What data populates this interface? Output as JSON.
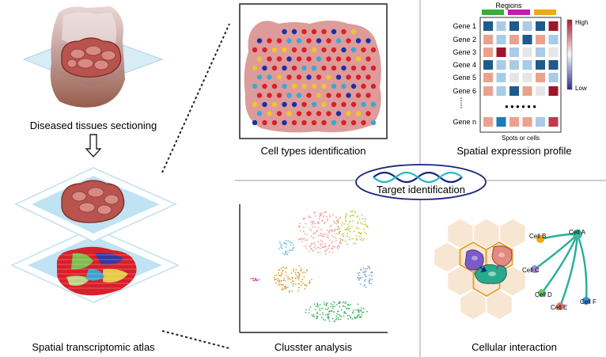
{
  "captions": {
    "tissue_sectioning": "Diseased tissues sectioning",
    "atlas": "Spatial transcriptomic atlas",
    "cell_types": "Cell types identification",
    "clustering": "Clusster analysis",
    "expression_profile": "Spatial expression profile",
    "interaction": "Cellular interaction",
    "target": "Target identification"
  },
  "heatmap": {
    "regions_label": "Regions",
    "x_label": "Spots or cells",
    "legend_high": "High",
    "legend_low": "Low",
    "region_colors": [
      "#3aae3a",
      "#c21bb0",
      "#f0a818"
    ],
    "genes": [
      "Gene 1",
      "Gene 2",
      "Gene 3",
      "Gene 4",
      "Gene 5",
      "Gene 6",
      "Gene n"
    ],
    "ellipsis": "● ● ●  ● ● ●",
    "cell_colors": [
      [
        "#1f5a8c",
        "#a9cbe6",
        "#1f5a8c",
        "#a9cbe6",
        "#1f5a8c",
        "#a0142a"
      ],
      [
        "#eaa28e",
        "#a9cbe6",
        "#eaa28e",
        "#1f5a8c",
        "#eaa28e",
        "#a9cbe6"
      ],
      [
        "#eaa28e",
        "#a0142a",
        "#a9cbe6",
        "#e6e6e6",
        "#a9cbe6",
        "#e6e6e6"
      ],
      [
        "#1f5a8c",
        "#a9cbe6",
        "#a9cbe6",
        "#a9cbe6",
        "#1f5a8c",
        "#1f5a8c"
      ],
      [
        "#eaa28e",
        "#a9cbe6",
        "#e6e6e6",
        "#e6e6e6",
        "#eaa28e",
        "#a9cbe6"
      ],
      [
        "#eaa28e",
        "#a9cbe6",
        "#1f5a8c",
        "#eaa28e",
        "#e6e6e6",
        "#a0142a"
      ],
      [
        "#eaa28e",
        "#1b7ab8",
        "#eaa28e",
        "#eaa28e",
        "#a9cbe6",
        "#c0394e"
      ]
    ]
  },
  "network": {
    "hub": "Cell A",
    "leaves": [
      {
        "label": "Cell B",
        "color": "#f0a818"
      },
      {
        "label": "Cell C",
        "color": "#a78bd8"
      },
      {
        "label": "Cell D",
        "color": "#6cc46a"
      },
      {
        "label": "Cell E",
        "color": "#e07a6a"
      },
      {
        "label": "Cell F",
        "color": "#3a8ee0"
      }
    ],
    "hub_color": "#3ab89a",
    "edge_color": "#27ae9a"
  },
  "cluster_colors": [
    "#f2a0a0",
    "#b9c93a",
    "#6ec2e0",
    "#d9a13a",
    "#49b86e",
    "#e040c0",
    "#7aa0d8"
  ],
  "spot_colors": [
    "#d81f2a",
    "#1a2fa8",
    "#3aa7d8",
    "#f2c230"
  ]
}
